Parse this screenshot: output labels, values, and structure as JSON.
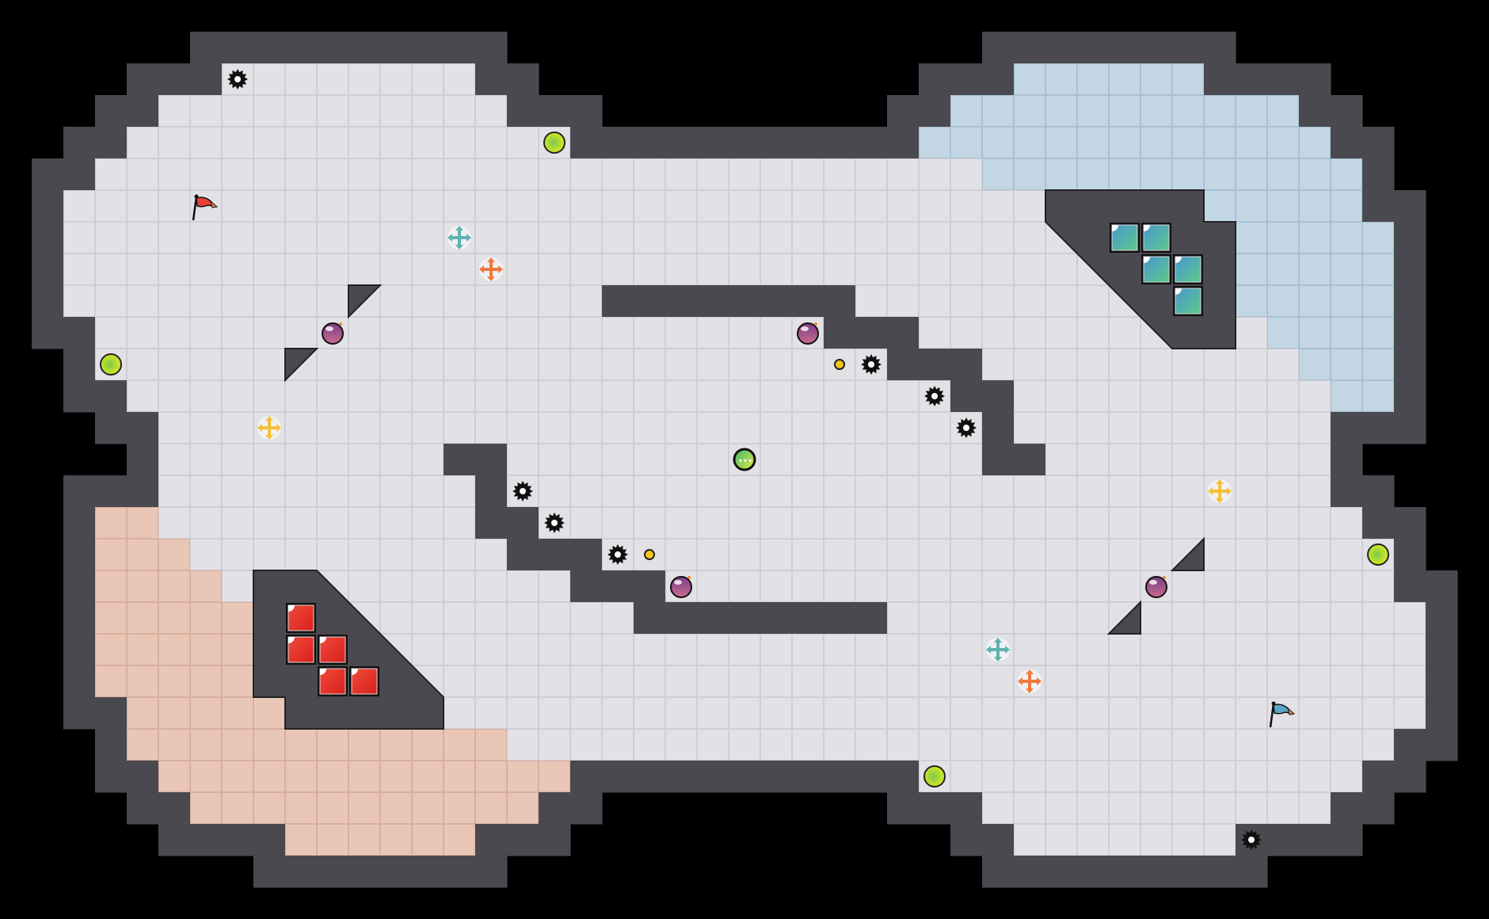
{
  "level": {
    "colors": {
      "background": "#000000",
      "wall": "#4a494f",
      "wall_edge": "#5a5960",
      "floor": "#e2e1e6",
      "floor_line": "#cfced5",
      "ice_zone": "#c3d6e4",
      "ice_line": "#a9c0d2",
      "lava_zone": "#eac6b7",
      "lava_line": "#d8ae9e",
      "red_team": "#e8413a",
      "blue_team": "#5aa7c8",
      "coin": "#d8e81a",
      "bomb": "#9b4f8c",
      "arrow_teal": "#5fb3b0",
      "arrow_orange": "#f07a3c",
      "arrow_yellow": "#f4c13a",
      "dot": "#f5c518"
    },
    "entities": [
      "red-flag",
      "blue-flag",
      "spike-gear",
      "coin",
      "small-dot",
      "bomb",
      "move-arrows",
      "green-ball",
      "red-block",
      "teal-block"
    ]
  }
}
